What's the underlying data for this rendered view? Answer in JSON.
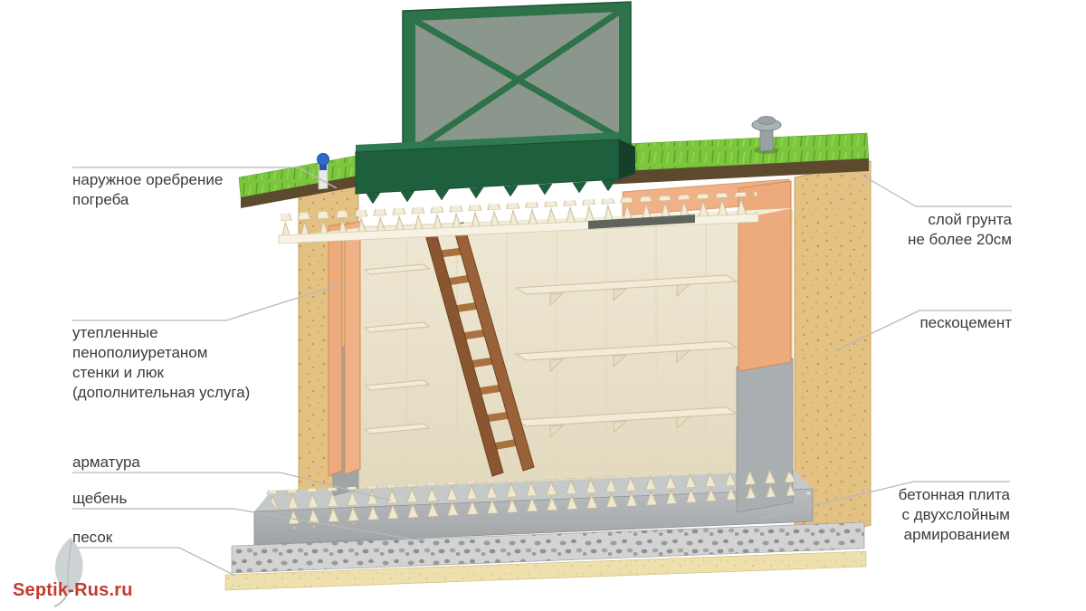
{
  "labels": {
    "outer_ribbing": "наружное оребрение\nпогреба",
    "insulated_walls": "утепленные\nпенополиуретаном\nстенки и люк\n(дополнительная услуга)",
    "rebar": "арматура",
    "crushed_stone": "щебень",
    "sand": "песок",
    "soil_layer": "слой грунта\nне более 20см",
    "sand_cement": "пескоцемент",
    "concrete_slab": "бетонная плита\nс двухслойным\nармированием"
  },
  "watermark": "Septik-Rus.ru",
  "colors": {
    "grass": "#7cc63e",
    "soil_strip": "#5d4a2e",
    "sand_cement_block": "#e3c183",
    "insulation_orange": "#edaa7c",
    "interior_cream": "#efe8d4",
    "concrete_gray": "#aeb2b4",
    "hatch_green": "#1e5f3e",
    "brand_red": "#c43b2f",
    "label_text": "#3b3b3b",
    "leader_line": "#b8b8b8"
  }
}
